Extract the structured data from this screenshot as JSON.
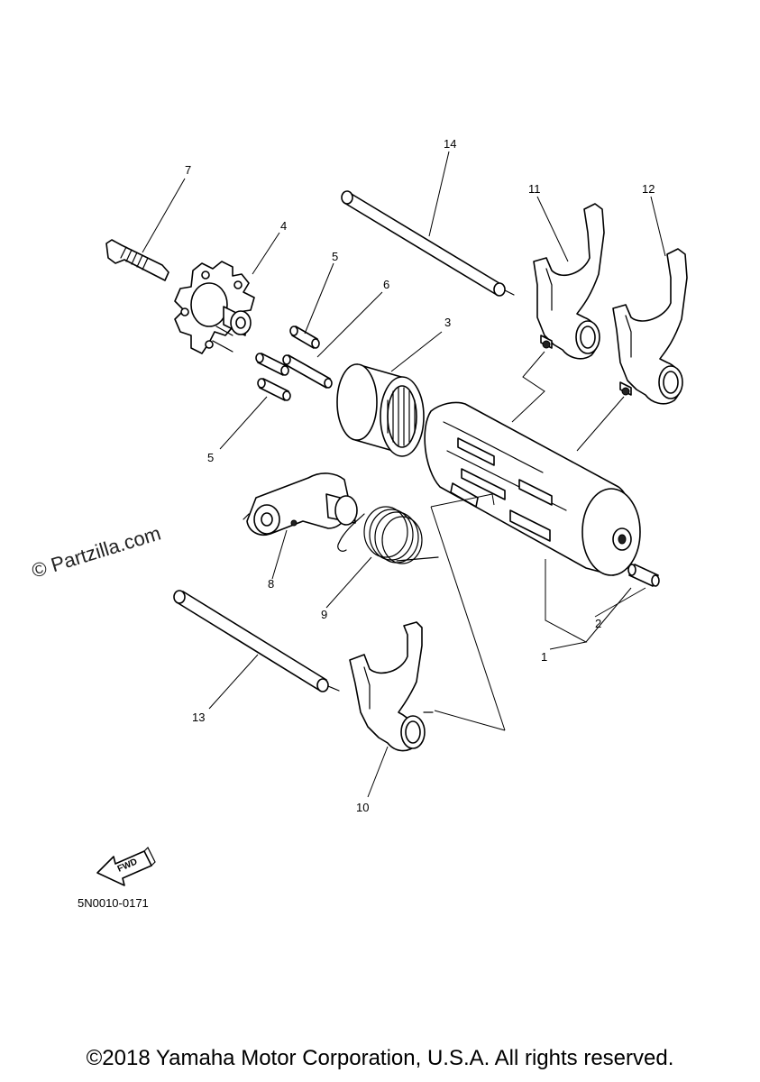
{
  "watermark": "© Partzilla.com",
  "figure_code": "5N0010-0171",
  "fwd_label": "FWD",
  "copyright": "©2018 Yamaha Motor Corporation, U.S.A. All rights reserved.",
  "callouts": {
    "c1": "1",
    "c2": "2",
    "c3": "3",
    "c4": "4",
    "c5a": "5",
    "c5b": "5",
    "c6": "6",
    "c7": "7",
    "c8": "8",
    "c9": "9",
    "c10": "10",
    "c11": "11",
    "c12": "12",
    "c13": "13",
    "c14": "14"
  }
}
